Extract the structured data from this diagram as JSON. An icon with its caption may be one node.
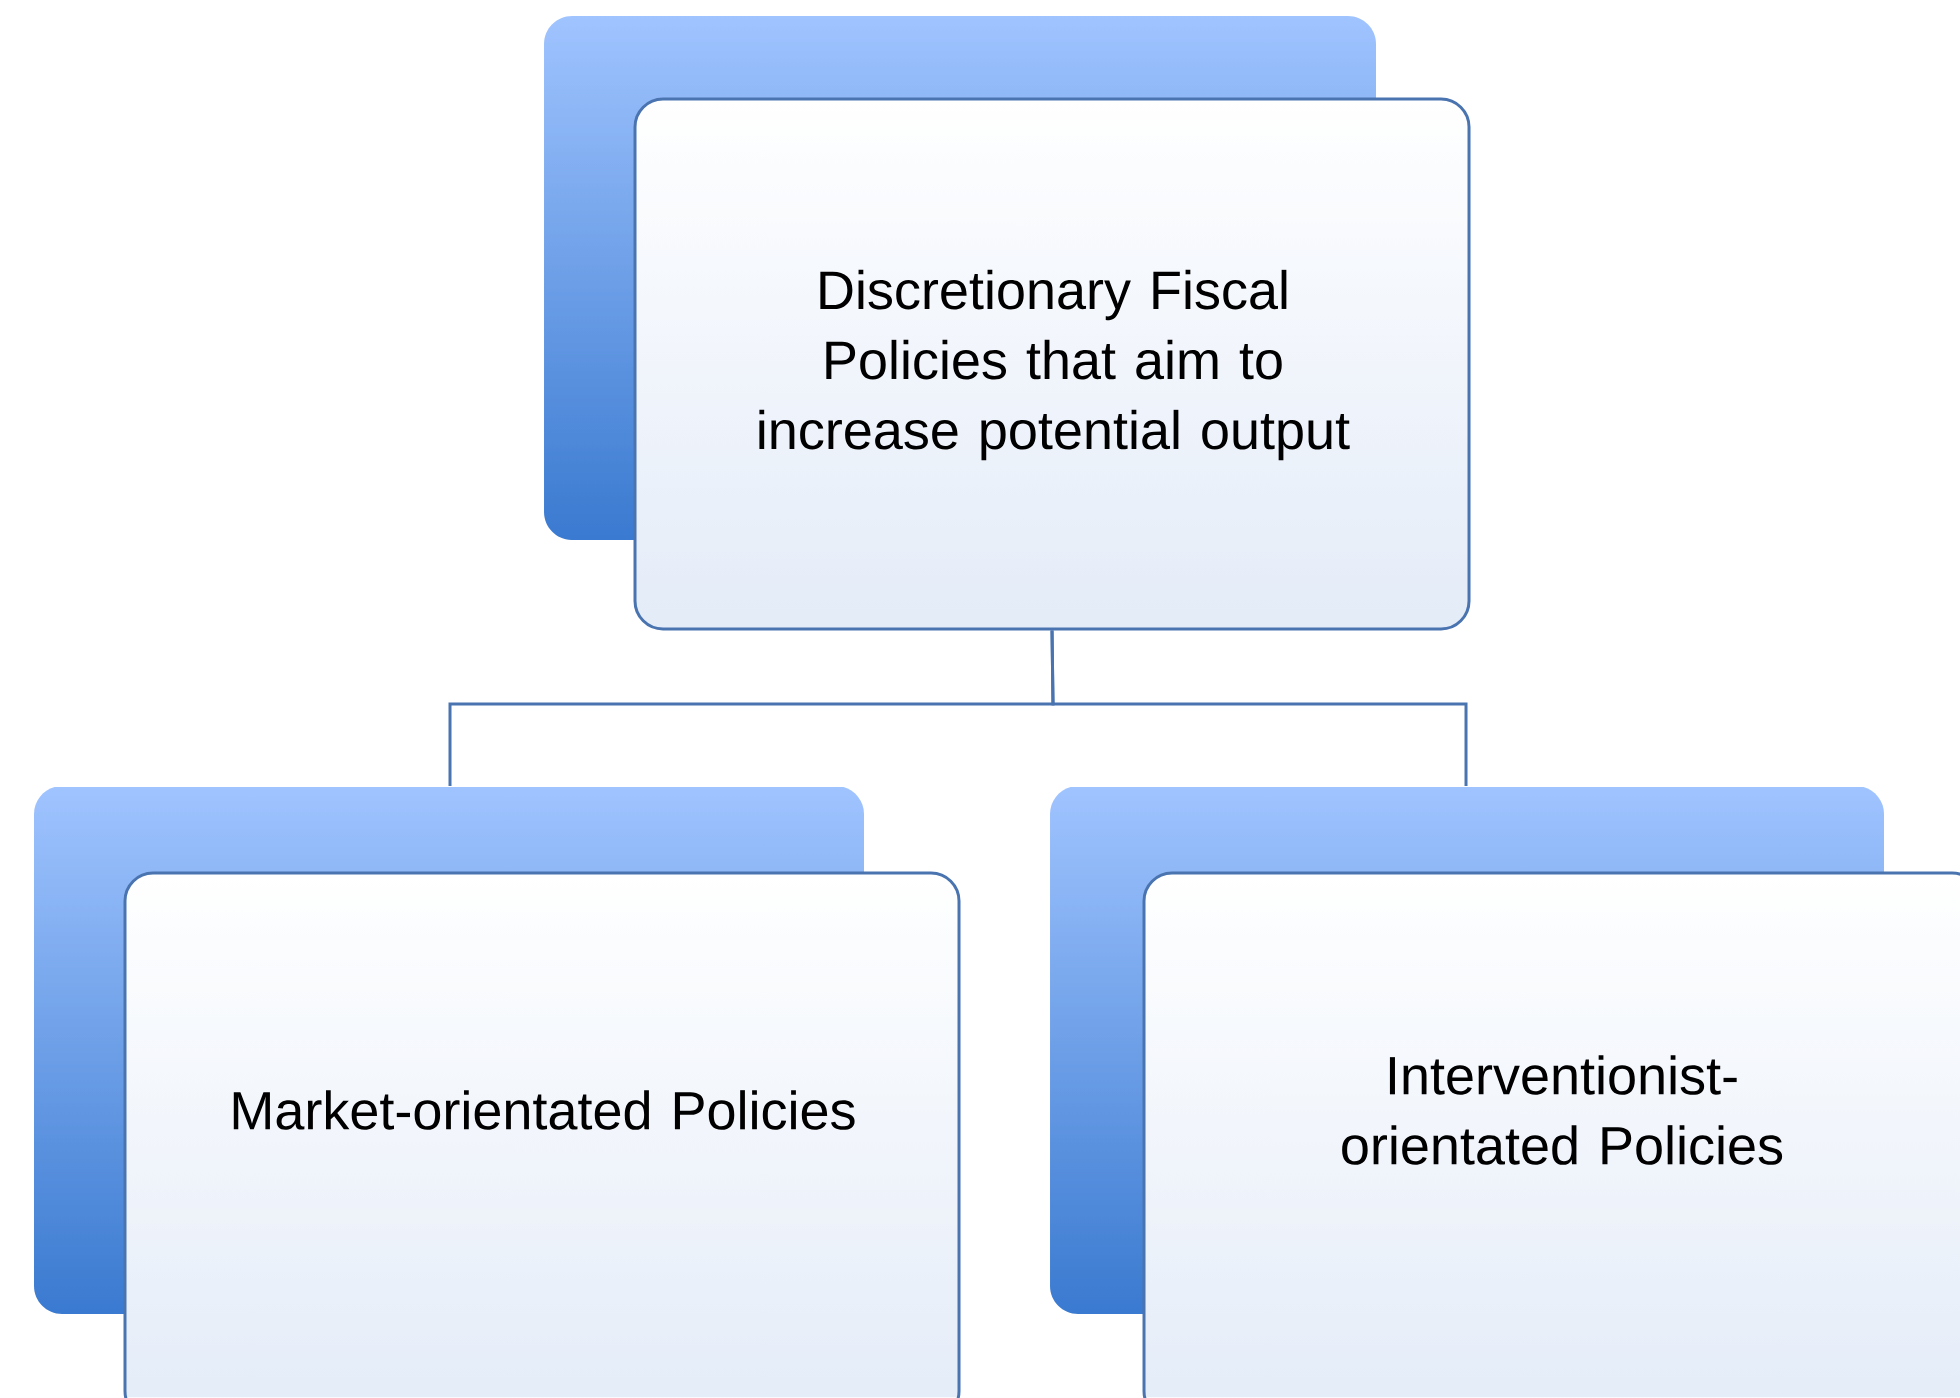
{
  "diagram": {
    "nodes": [
      {
        "text": [
          "Discretionary Fiscal Policies that aim to increase potential output"
        ]
      },
      {
        "text": [
          "Market-orientated Policies"
        ]
      },
      {
        "text": [
          "Interventionist-orientated Policies"
        ]
      }
    ],
    "edges": [
      {
        "from": 0,
        "to": 1,
        "arrow": "none"
      },
      {
        "from": 0,
        "to": 2,
        "arrow": "none"
      }
    ]
  }
}
